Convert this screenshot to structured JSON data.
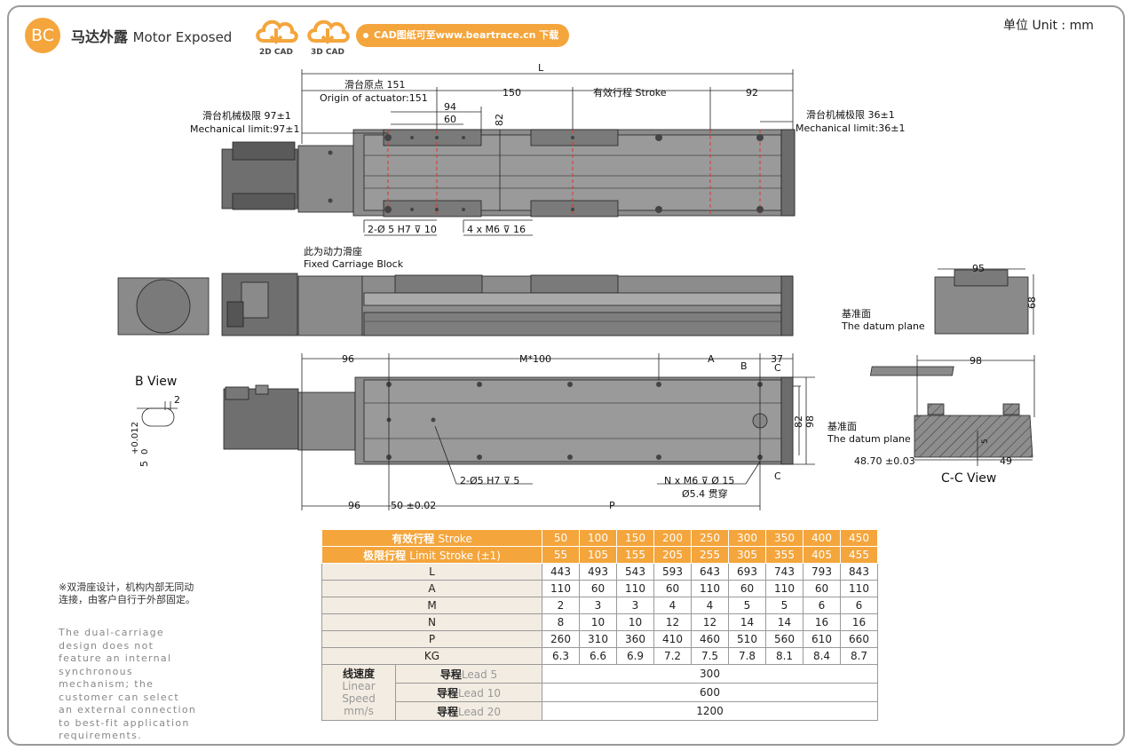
{
  "header": {
    "badge": "BC",
    "title_cn": "马达外露",
    "title_en": "Motor Exposed",
    "cad2d": "2D CAD",
    "cad3d": "3D CAD",
    "download_pill": "CAD图纸可至www.beartrace.cn 下载",
    "unit": "单位 Unit : mm"
  },
  "colors": {
    "accent": "#f4a53c",
    "body": "#8a8a8a",
    "dark": "#4a4a4a",
    "centerline": "#e0352c"
  },
  "drawing": {
    "L": "L",
    "origin_cn": "滑台原点 151",
    "origin_en": "Origin of actuator:151",
    "dim_150": "150",
    "stroke_label": "有效行程 Stroke",
    "dim_92": "92",
    "dim_94": "94",
    "dim_60": "60",
    "dim_82": "82",
    "mech_left_cn": "滑台机械极限 97±1",
    "mech_left_en": "Mechanical limit:97±1",
    "mech_right_cn": "滑台机械极限 36±1",
    "mech_right_en": "Mechanical limit:36±1",
    "hole_note1": "2-Ø 5 H7 ⊽ 10",
    "hole_note2": "4 x M6 ⊽ 16",
    "fixed_cn": "此为动力滑座",
    "fixed_en": "Fixed Carriage Block",
    "dim_95": "95",
    "dim_68": "68",
    "datum_cn": "基准面",
    "datum_en": "The datum plane",
    "dim_96a": "96",
    "dim_m100": "M*100",
    "dim_a": "A",
    "dim_37": "37",
    "label_b": "B",
    "label_c": "C",
    "dim_98v": "98",
    "dim_82v": "82",
    "b_view": "B View",
    "dim_2": "2",
    "tol_upper": "+0.012",
    "tol_lower": "0",
    "dim_5": "5",
    "hole_note3": "2-Ø5 H7 ⊽ 5",
    "hole_note4": "N x M6 ⊽ Ø 15",
    "hole_note5": "Ø5.4 贯穿",
    "dim_96b": "96",
    "dim_50": "50 ±0.02",
    "dim_p": "P",
    "dim_98h": "98",
    "dim_4870": "48.70 ±0.03",
    "dim_49": "49",
    "dim_5s": "5",
    "cc_view": "C-C View"
  },
  "table": {
    "stroke_label_cn": "有效行程",
    "stroke_label_en": "Stroke",
    "strokes": [
      "50",
      "100",
      "150",
      "200",
      "250",
      "300",
      "350",
      "400",
      "450"
    ],
    "limit_label_cn": "极限行程",
    "limit_label_en": "Limit Stroke (±1)",
    "limits": [
      "55",
      "105",
      "155",
      "205",
      "255",
      "305",
      "355",
      "405",
      "455"
    ],
    "rows": [
      {
        "label": "L",
        "values": [
          "443",
          "493",
          "543",
          "593",
          "643",
          "693",
          "743",
          "793",
          "843"
        ]
      },
      {
        "label": "A",
        "values": [
          "110",
          "60",
          "110",
          "60",
          "110",
          "60",
          "110",
          "60",
          "110"
        ]
      },
      {
        "label": "M",
        "values": [
          "2",
          "3",
          "3",
          "4",
          "4",
          "5",
          "5",
          "6",
          "6"
        ]
      },
      {
        "label": "N",
        "values": [
          "8",
          "10",
          "10",
          "12",
          "12",
          "14",
          "14",
          "16",
          "16"
        ]
      },
      {
        "label": "P",
        "values": [
          "260",
          "310",
          "360",
          "410",
          "460",
          "510",
          "560",
          "610",
          "660"
        ]
      },
      {
        "label": "KG",
        "values": [
          "6.3",
          "6.6",
          "6.9",
          "7.2",
          "7.5",
          "7.8",
          "8.1",
          "8.4",
          "8.7"
        ]
      }
    ],
    "speed_cn": "线速度",
    "speed_en1": "Linear",
    "speed_en2": "Speed",
    "speed_unit": "mm/s",
    "leads": [
      {
        "cn": "导程",
        "en": "Lead 5",
        "value": "300"
      },
      {
        "cn": "导程",
        "en": "Lead 10",
        "value": "600"
      },
      {
        "cn": "导程",
        "en": "Lead 20",
        "value": "1200"
      }
    ]
  },
  "notes": {
    "cn": "※双滑座设计，机构内部无同动连接，由客户自行于外部固定。",
    "en": "The dual-carriage design does not feature an internal synchronous mechanism; the customer can select an external connection to best-fit application requirements."
  }
}
